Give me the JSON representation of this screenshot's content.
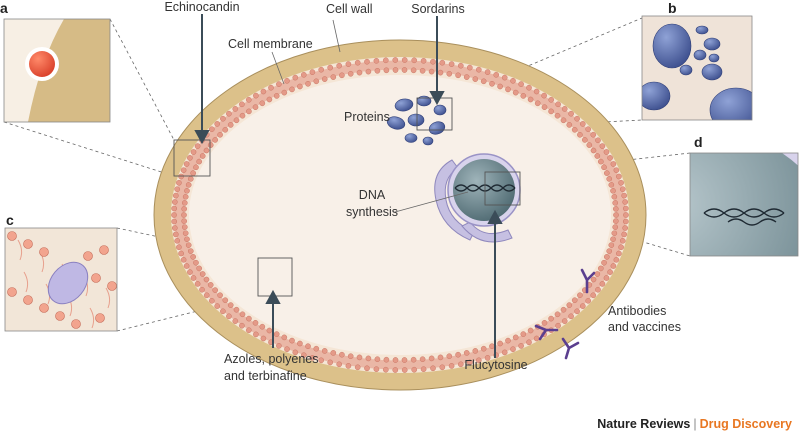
{
  "labels": {
    "echinocandin": "Echinocandin",
    "cell_wall": "Cell wall",
    "sordarins": "Sordarins",
    "cell_membrane": "Cell membrane",
    "proteins": "Proteins",
    "dna_line1": "DNA",
    "dna_line2": "synthesis",
    "antibodies_line1": "Antibodies",
    "antibodies_line2": "and vaccines",
    "azoles_line1": "Azoles, polyenes",
    "azoles_line2": "and terbinafine",
    "flucytosine": "Flucytosine"
  },
  "panels": {
    "a": "a",
    "b": "b",
    "c": "c",
    "d": "d"
  },
  "credit": {
    "journal": "Nature Reviews",
    "separator": "|",
    "section": "Drug Discovery"
  },
  "colors": {
    "cell_wall": "#dcc18a",
    "membrane": "#e49a88",
    "cytoplasm": "#f8f0e8",
    "protein": "#5a6fae",
    "nucleus": "#6e8a92",
    "er": "#b9b4d8",
    "antibody": "#5b3f8f",
    "arrow": "#3b4c58",
    "credit_accent": "#e87722"
  }
}
